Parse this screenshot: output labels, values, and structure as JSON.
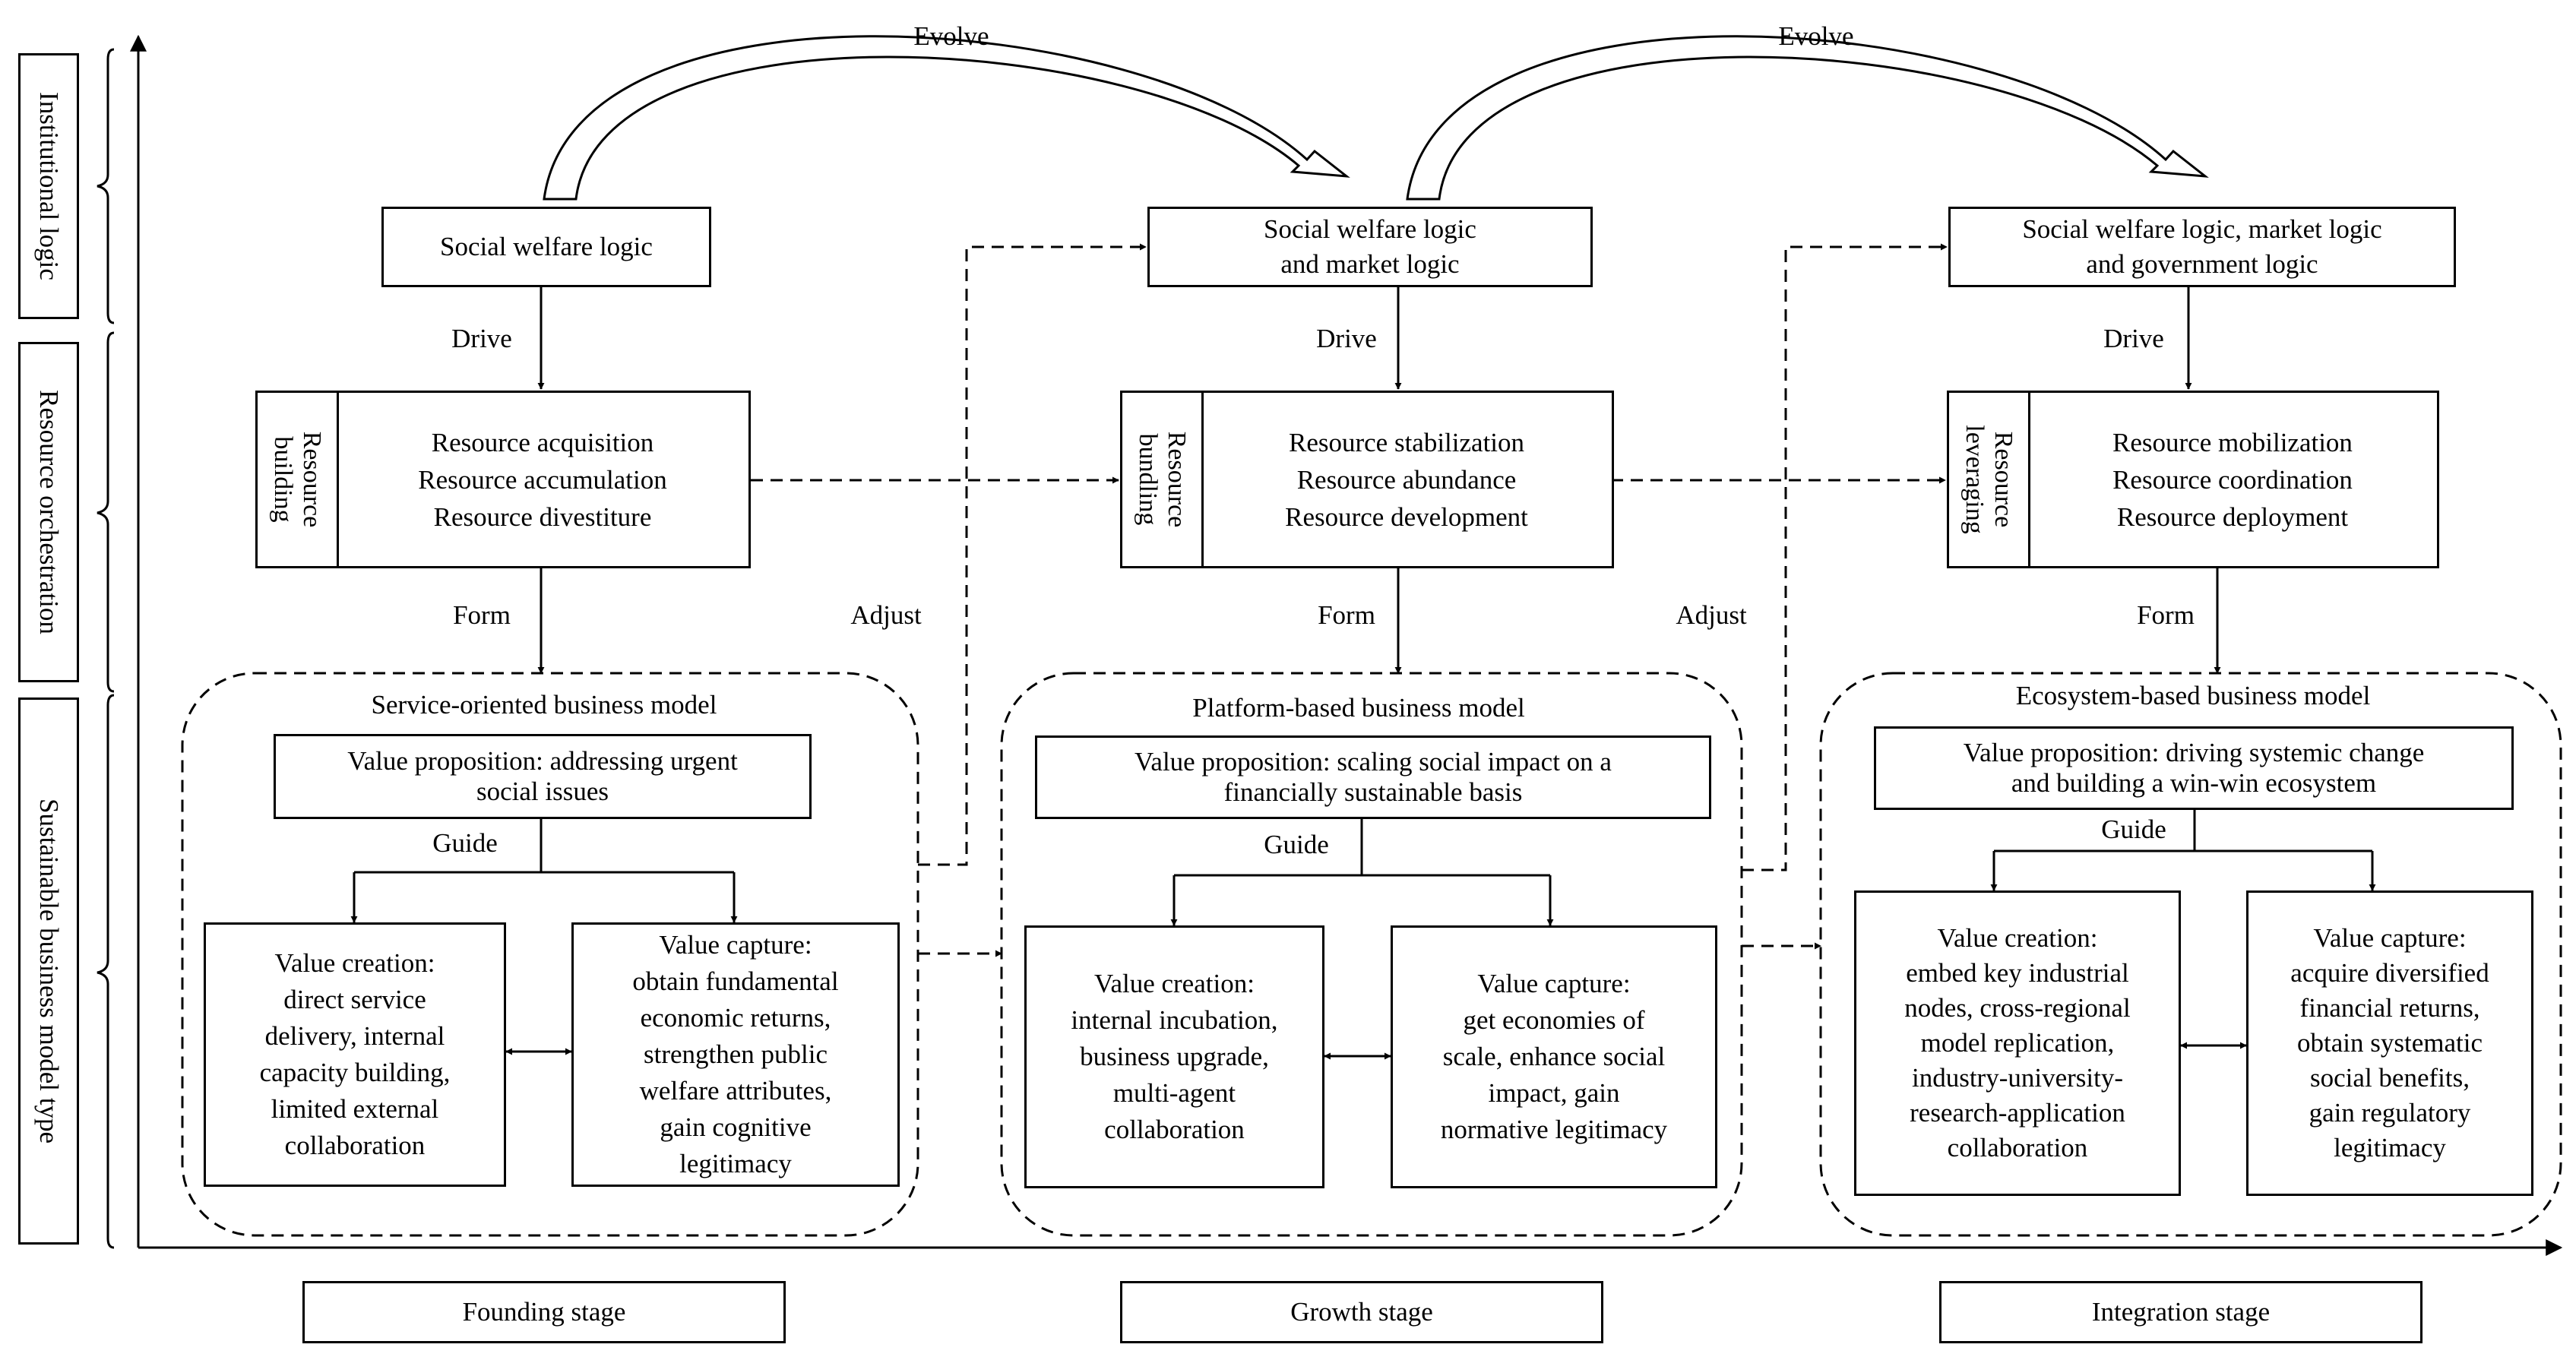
{
  "row_labels": [
    "Institutional logic",
    "Resource orchestration",
    "Sustainable business model type"
  ],
  "evolve_label": "Evolve",
  "drive_label": "Drive",
  "form_label": "Form",
  "adjust_label": "Adjust",
  "guide_label": "Guide",
  "stages": [
    {
      "logic": [
        "Social welfare logic"
      ],
      "resource_side": "Resource\nbuilding",
      "resource_items": [
        "Resource acquisition",
        "Resource accumulation",
        "Resource divestiture"
      ],
      "model_title": "Service-oriented business model",
      "value_proposition": [
        "Value proposition: addressing urgent",
        "social issues"
      ],
      "value_creation": [
        "Value creation:",
        "direct service",
        "delivery, internal",
        "capacity building,",
        "limited external",
        "collaboration"
      ],
      "value_capture": [
        "Value capture:",
        "obtain fundamental",
        "economic returns,",
        "strengthen public",
        "welfare attributes,",
        "gain cognitive",
        "legitimacy"
      ],
      "stage_label": "Founding stage"
    },
    {
      "logic": [
        "Social welfare logic",
        "and market logic"
      ],
      "resource_side": "Resource\nbundling",
      "resource_items": [
        "Resource stabilization",
        "Resource abundance",
        "Resource development"
      ],
      "model_title": "Platform-based business model",
      "value_proposition": [
        "Value proposition: scaling social impact on a",
        "financially sustainable basis"
      ],
      "value_creation": [
        "Value creation:",
        "internal incubation,",
        "business upgrade,",
        "multi-agent",
        "collaboration"
      ],
      "value_capture": [
        "Value capture:",
        "get economies of",
        "scale, enhance social",
        "impact, gain",
        "normative legitimacy"
      ],
      "stage_label": "Growth stage"
    },
    {
      "logic": [
        "Social welfare logic, market logic",
        "and government logic"
      ],
      "resource_side": "Resource\nleveraging",
      "resource_items": [
        "Resource mobilization",
        "Resource coordination",
        "Resource deployment"
      ],
      "model_title": "Ecosystem-based business model",
      "value_proposition": [
        "Value proposition: driving systemic change",
        "and building a win-win ecosystem"
      ],
      "value_creation": [
        "Value creation:",
        "embed key industrial",
        "nodes, cross-regional",
        "model replication,",
        "industry-university-",
        "research-application",
        "collaboration"
      ],
      "value_capture": [
        "Value capture:",
        "acquire diversified",
        "financial returns,",
        "obtain systematic",
        "social benefits,",
        "gain regulatory",
        "legitimacy"
      ],
      "stage_label": "Integration stage"
    }
  ]
}
